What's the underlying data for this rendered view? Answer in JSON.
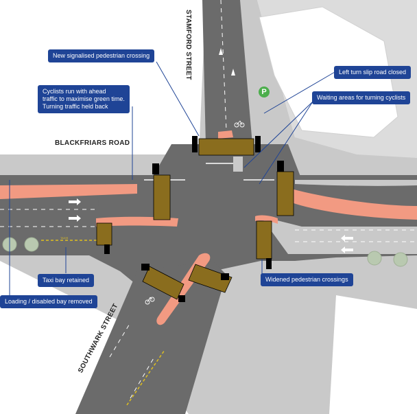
{
  "roads": {
    "stamford": "STAMFORD STREET",
    "blackfriars": "BLACKFRIARS ROAD",
    "southwark": "SOUTHWARK STREET"
  },
  "callouts": {
    "new_crossing": "New signalised pedestrian crossing",
    "cyclists_line1": "Cyclists run with ahead",
    "cyclists_line2": "traffic to maximise green time.",
    "cyclists_line3": "Turning traffic held back",
    "slip_road": "Left turn slip road closed",
    "waiting_areas": "Waiting areas for turning cyclists",
    "taxi_bay": "Taxi bay retained",
    "loading_bay": "Loading / disabled bay removed",
    "widened": "Widened pedestrian crossings"
  },
  "marks": {
    "parking_badge": "P",
    "taxi_marking": "TAXIS"
  },
  "colors": {
    "road": "#6b6b6b",
    "pavement": "#c9c9c9",
    "cycle_lane": "#f29a82",
    "crossing": "#8a6d1e",
    "callout": "#1f4496",
    "tree": "#b9c9b0"
  },
  "icons": [
    "parking-icon",
    "bicycle-icon",
    "tree-icon",
    "lane-arrow-icon"
  ]
}
